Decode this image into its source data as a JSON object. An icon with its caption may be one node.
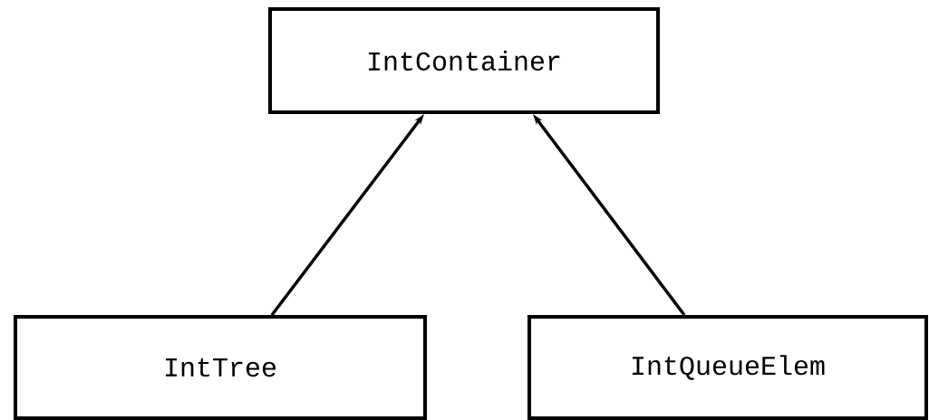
{
  "diagram": {
    "nodes": [
      {
        "text": [
          "IntContainer"
        ]
      },
      {
        "text": [
          "IntTree"
        ]
      },
      {
        "text": [
          "IntQueueElem"
        ]
      }
    ],
    "edges": [
      {
        "from": 1,
        "to": 0,
        "arrow": "to"
      },
      {
        "from": 2,
        "to": 0,
        "arrow": "to"
      }
    ]
  }
}
